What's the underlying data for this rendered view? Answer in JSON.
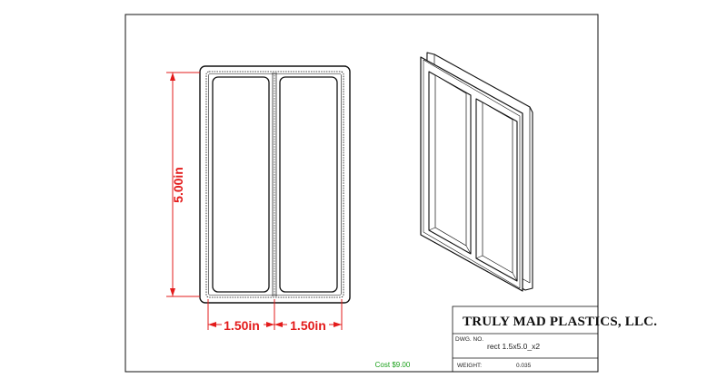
{
  "title_block": {
    "company": "TRULY MAD PLASTICS, LLC.",
    "dwg_no_label": "DWG. NO.",
    "dwg_no_value": "rect 1.5x5.0_x2",
    "weight_label": "WEIGHT:",
    "weight_value": "0.035"
  },
  "dimensions": {
    "height": "5.00in",
    "width_left": "1.50in",
    "width_right": "1.50in"
  },
  "cost": "Cost $9.00",
  "colors": {
    "dimension": "#e31b1b",
    "cost": "#1aa01a",
    "line": "#111111"
  }
}
